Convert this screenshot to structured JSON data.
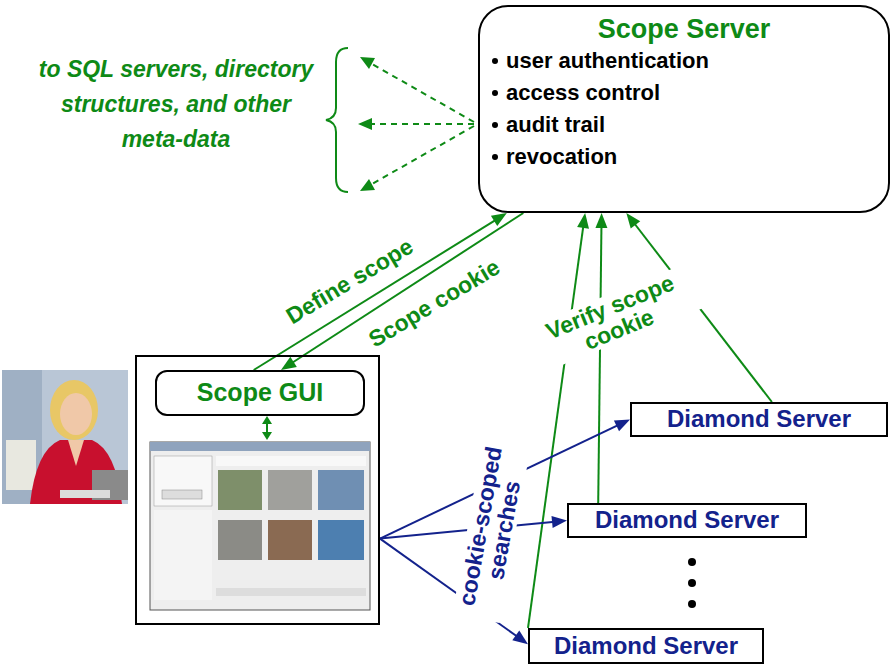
{
  "diagram": {
    "nodes": [
      {
        "text": [
          "Scope Server",
          "user authentication",
          "access control",
          "audit trail",
          "revocation"
        ]
      },
      {
        "text": []
      },
      {
        "text": [
          "Scope GUI"
        ],
        "in": 1
      },
      {
        "text": [
          "Diamond Server"
        ]
      },
      {
        "text": [
          "Diamond Server"
        ]
      },
      {
        "text": [
          "Diamond Server"
        ]
      }
    ],
    "edges": [
      {
        "from": 2,
        "to": 0,
        "arrow": "to",
        "label": "Define scope"
      },
      {
        "from": 0,
        "to": 2,
        "arrow": "to",
        "label": "Scope cookie"
      },
      {
        "from": 3,
        "to": 0,
        "arrow": "to"
      },
      {
        "from": 4,
        "to": 0,
        "arrow": "to",
        "label": "Verify scope cookie"
      },
      {
        "from": 5,
        "to": 0,
        "arrow": "to"
      },
      {
        "from": 1,
        "to": 3,
        "arrow": "to"
      },
      {
        "from": 1,
        "to": 4,
        "arrow": "to",
        "label": "cookie-scoped searches"
      },
      {
        "from": 1,
        "to": 5,
        "arrow": "to"
      }
    ],
    "labels": [
      "to SQL servers, directory structures, and other meta-data"
    ]
  }
}
